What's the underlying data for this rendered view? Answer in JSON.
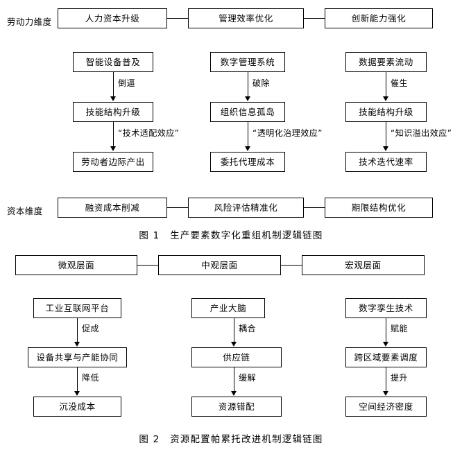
{
  "figures": [
    {
      "id": "figure-1",
      "caption": "图 1　生产要素数字化重组机制逻辑链图",
      "dimension_labels": {
        "labor": "劳动力维度",
        "capital": "资本维度"
      },
      "top_row": [
        {
          "label": "人力资本升级"
        },
        {
          "label": "管理效率优化"
        },
        {
          "label": "创新能力强化"
        }
      ],
      "columns": [
        {
          "driver": "智能设备普及",
          "link1": "倒逼",
          "middle": "技能结构升级",
          "link2": "“技术适配效应”",
          "outcome": "劳动者边际产出"
        },
        {
          "driver": "数字管理系统",
          "link1": "破除",
          "middle": "组织信息孤岛",
          "link2": "“透明化治理效应”",
          "outcome": "委托代理成本"
        },
        {
          "driver": "数据要素流动",
          "link1": "催生",
          "middle": "技能结构升级",
          "link2": "“知识溢出效应”",
          "outcome": "技术迭代速率"
        }
      ],
      "bottom_row": [
        {
          "label": "融资成本削减"
        },
        {
          "label": "风险评估精准化"
        },
        {
          "label": "期限结构优化"
        }
      ]
    },
    {
      "id": "figure-2",
      "caption": "图 2　资源配置帕累托改进机制逻辑链图",
      "top_row": [
        {
          "label": "微观层面"
        },
        {
          "label": "中观层面"
        },
        {
          "label": "宏观层面"
        }
      ],
      "columns": [
        {
          "driver": "工业互联网平台",
          "link1": "促成",
          "middle": "设备共享与产能协同",
          "link2": "降低",
          "outcome": "沉没成本"
        },
        {
          "driver": "产业大脑",
          "link1": "耦合",
          "middle": "供应链",
          "link2": "缓解",
          "outcome": "资源错配"
        },
        {
          "driver": "数字孪生技术",
          "link1": "赋能",
          "middle": "跨区域要素调度",
          "link2": "提升",
          "outcome": "空间经济密度"
        }
      ]
    }
  ],
  "colors": {
    "stroke": "#000000",
    "background": "#ffffff",
    "text": "#000000"
  }
}
